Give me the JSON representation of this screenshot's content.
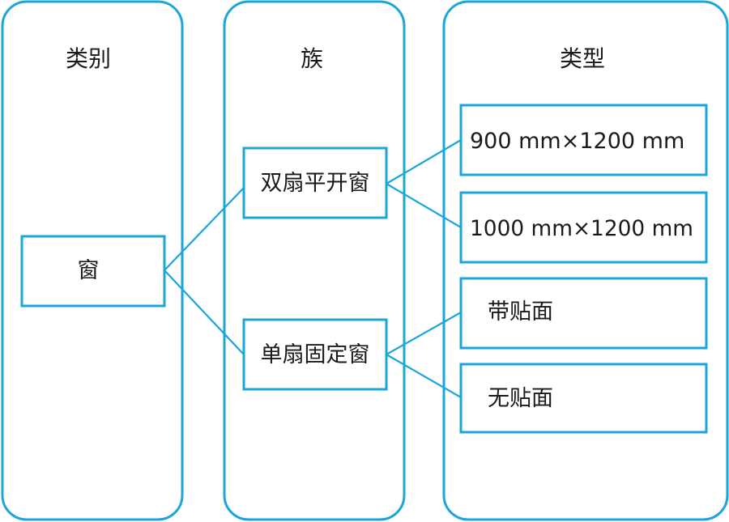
{
  "colors": {
    "stroke": "#1aa6d9",
    "text": "#1a1a1a",
    "background": "#ffffff"
  },
  "columns": {
    "category": {
      "title": "类别"
    },
    "family": {
      "title": "族"
    },
    "type": {
      "title": "类型"
    }
  },
  "category_node": {
    "label": "窗"
  },
  "family_nodes": [
    {
      "label": "双扇平开窗"
    },
    {
      "label": "单扇固定窗"
    }
  ],
  "type_nodes": [
    {
      "label": "900 mm×1200 mm"
    },
    {
      "label": "1000 mm×1200 mm"
    },
    {
      "label": "带贴面"
    },
    {
      "label": "无贴面"
    }
  ]
}
